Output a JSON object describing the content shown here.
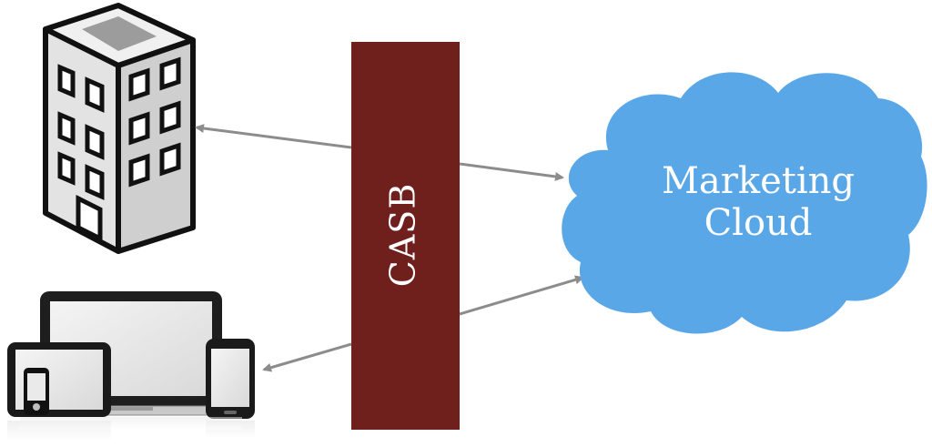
{
  "diagram": {
    "casb": {
      "label": "CASB",
      "color": "#6f1f1c"
    },
    "cloud": {
      "label_line1": "Marketing",
      "label_line2": "Cloud",
      "color": "#5aa7e8"
    },
    "arrow_color": "#8c8c8c",
    "icons": {
      "building": "office-building-icon",
      "devices": "devices-icon"
    }
  }
}
